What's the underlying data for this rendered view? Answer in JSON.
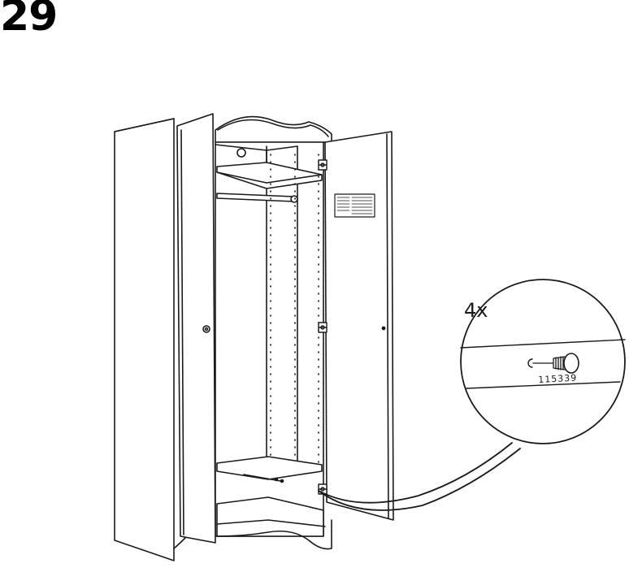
{
  "step": {
    "number": "29"
  },
  "detail": {
    "quantity": "4x",
    "part_number": "115339"
  },
  "icons": {
    "hardware": "knob-screw-icon",
    "wardrobe": "wardrobe-illustration"
  },
  "colors": {
    "ink": "#1a1a1a",
    "background": "#ffffff"
  }
}
